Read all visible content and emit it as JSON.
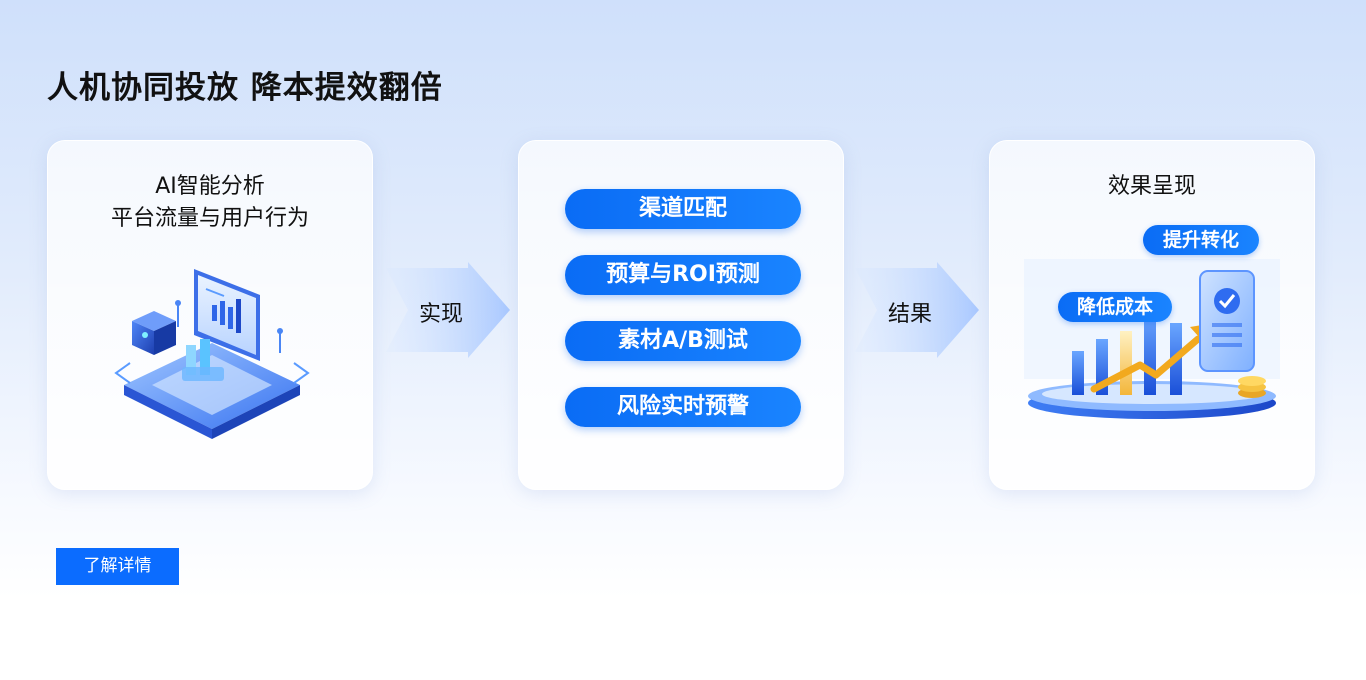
{
  "page": {
    "title": "人机协同投放 降本提效翻倍"
  },
  "left_card": {
    "line1": "AI智能分析",
    "line2": "平台流量与用户行为",
    "illustration": "ai-analysis-illustration"
  },
  "connector1": {
    "label": "实现"
  },
  "middle_card": {
    "items": [
      "渠道匹配",
      "预算与ROI预测",
      "素材A/B测试",
      "风险实时预警"
    ]
  },
  "connector2": {
    "label": "结果"
  },
  "right_card": {
    "title": "效果呈现",
    "tag_top": "提升转化",
    "tag_left": "降低成本",
    "illustration": "growth-chart-illustration"
  },
  "cta": {
    "label": "了解详情"
  },
  "colors": {
    "accent": "#0b6cff",
    "pill": "#0a6cf5",
    "heading": "#111111"
  }
}
